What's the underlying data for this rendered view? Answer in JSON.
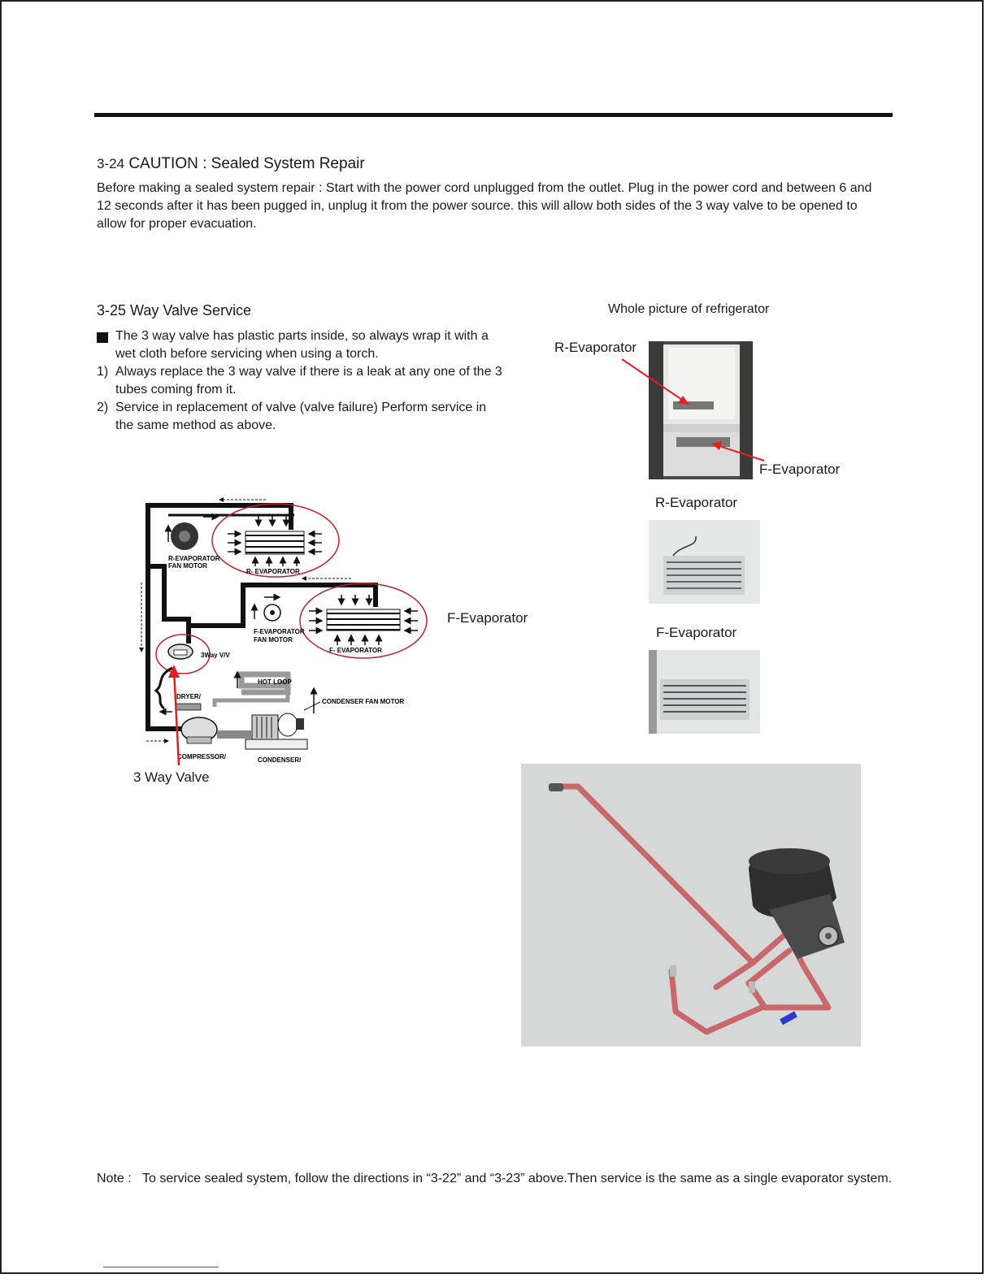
{
  "section_324": {
    "number": "3-24",
    "title": "CAUTION : Sealed System Repair",
    "paragraph": "Before making a sealed system repair : Start with the power cord unplugged from the outlet. Plug in the power cord and between 6 and 12 seconds after it has been pugged in, unplug it from the power source. this will allow both sides of the 3 way valve to be opened to allow for proper evacuation."
  },
  "section_325": {
    "title": "3-25 Way Valve Service",
    "items": [
      {
        "marker": "square",
        "text": "The 3 way valve has plastic parts inside, so always wrap it with a wet cloth before servicing when using a torch."
      },
      {
        "marker": "1)",
        "text": "Always replace the 3 way valve if there is a leak at any one of the 3 tubes coming from it."
      },
      {
        "marker": "2)",
        "text": "Service in replacement of valve (valve failure) Perform service in the same method as above."
      }
    ]
  },
  "diagram": {
    "r_fan_motor": [
      "R-EVAPORATOR",
      "FAN MOTOR"
    ],
    "r_evaporator": "R- EVAPORATOR",
    "f_fan_motor": [
      "F-EVAPORATOR",
      "FAN MOTOR"
    ],
    "f_evaporator": "F- EVAPORATOR",
    "valve": "3Way V/V",
    "dryer": "DRYER/",
    "hot_loop": "HOT LOOP",
    "condenser_fan_motor": "CONDENSER FAN MOTOR",
    "compressor": "COMPRESSOR/",
    "condenser": "CONDENSER/",
    "callout_valve": "3 Way Valve",
    "callout_f_evaporator": "F-Evaporator"
  },
  "photos": {
    "whole_title": "Whole picture of refrigerator",
    "whole_r_label": "R-Evaporator",
    "whole_f_label": "F-Evaporator",
    "r_evap_title": "R-Evaporator",
    "f_evap_title": "F-Evaporator"
  },
  "note": {
    "lead": "Note :",
    "text": "To service sealed system, follow the directions in  “3-22” and  “3-23” above.Then service is the same as a single evaporator system."
  },
  "colors": {
    "accent_red": "#e02020",
    "pipe": "#1a1a1a",
    "tube_copper": "#c9686a"
  }
}
